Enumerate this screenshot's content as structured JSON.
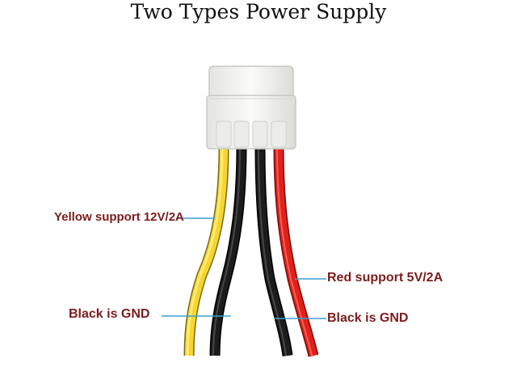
{
  "title": "Two Types Power Supply",
  "labels": {
    "yellow": "Yellow support 12V/2A",
    "red": "Red support 5V/2A",
    "black_left": "Black is GND",
    "black_right": "Black is GND"
  },
  "colors": {
    "label_text": "#7a1d1d",
    "pointer_line": "#3aa0d0",
    "wire_yellow": "#f5d530",
    "wire_black": "#111111",
    "wire_red": "#e0201c",
    "connector": "#f4f4f2"
  }
}
